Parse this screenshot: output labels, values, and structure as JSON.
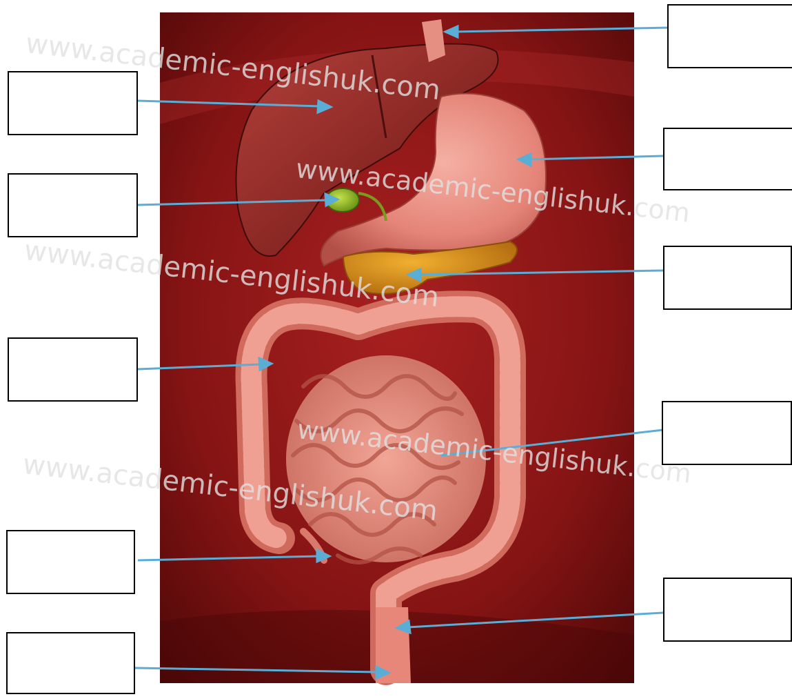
{
  "watermark": {
    "text": "www.academic-englishuk.com"
  },
  "colors": {
    "arrow": "#5aaed6",
    "background": "#8a1414",
    "box_border": "#000000"
  },
  "labels": [
    {
      "side": "right",
      "points_to": "oesophagus",
      "answer": ""
    },
    {
      "side": "left",
      "points_to": "liver",
      "answer": ""
    },
    {
      "side": "right",
      "points_to": "stomach",
      "answer": ""
    },
    {
      "side": "left",
      "points_to": "gall bladder",
      "answer": ""
    },
    {
      "side": "right",
      "points_to": "pancreas",
      "answer": ""
    },
    {
      "side": "left",
      "points_to": "large intestine",
      "answer": ""
    },
    {
      "side": "right",
      "points_to": "small intestine",
      "answer": ""
    },
    {
      "side": "left",
      "points_to": "appendix",
      "answer": ""
    },
    {
      "side": "right",
      "points_to": "rectum",
      "answer": ""
    },
    {
      "side": "left",
      "points_to": "anus",
      "answer": ""
    }
  ]
}
